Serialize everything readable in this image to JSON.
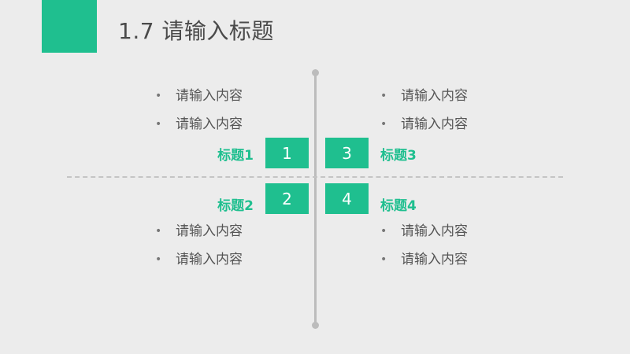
{
  "slide": {
    "title": "1.7 请输入标题",
    "accent_color": "#1fbf8f"
  },
  "quadrants": [
    {
      "number": "1",
      "title": "标题1",
      "items": [
        "请输入内容",
        "请输入内容"
      ]
    },
    {
      "number": "2",
      "title": "标题2",
      "items": [
        "请输入内容",
        "请输入内容"
      ]
    },
    {
      "number": "3",
      "title": "标题3",
      "items": [
        "请输入内容",
        "请输入内容"
      ]
    },
    {
      "number": "4",
      "title": "标题4",
      "items": [
        "请输入内容",
        "请输入内容"
      ]
    }
  ]
}
